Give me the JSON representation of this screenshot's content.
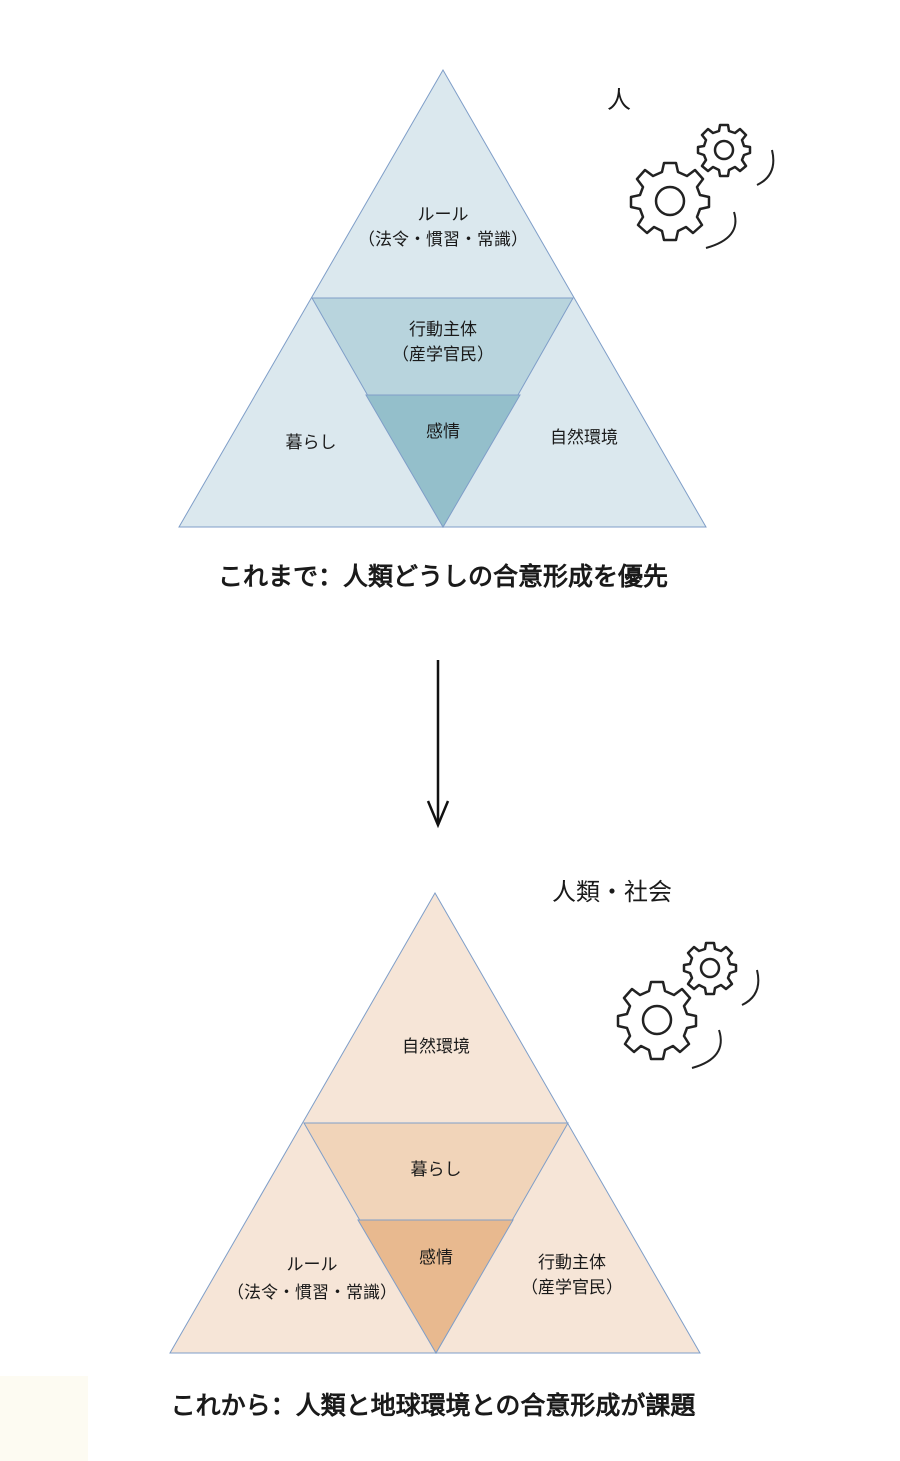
{
  "top": {
    "corner_label": "人",
    "sections": {
      "top": [
        "ルール",
        "（法令・慣習・常識）"
      ],
      "middle": [
        "行動主体",
        "（産学官民）"
      ],
      "center": [
        "感情"
      ],
      "left": [
        "暮らし"
      ],
      "right": [
        "自然環境"
      ]
    },
    "caption": "これまで：人類どうしの合意形成を優先",
    "colors": {
      "outer": "#dbe8ee",
      "middle": "#b8d4dd",
      "center": "#94bfcb",
      "stroke": "#7f9ec8"
    }
  },
  "bottom": {
    "corner_label": "人類・社会",
    "sections": {
      "top": [
        "自然環境"
      ],
      "middle": [
        "暮らし"
      ],
      "center": [
        "感情"
      ],
      "left": [
        "ルール",
        "（法令・慣習・常識）"
      ],
      "right": [
        "行動主体",
        "（産学官民）"
      ]
    },
    "caption": "これから：人類と地球環境との合意形成が課題",
    "colors": {
      "outer": "#f6e5d7",
      "middle": "#f1d4b9",
      "center": "#e8b98f",
      "stroke": "#7f9ec8"
    }
  },
  "icons": [
    "gear-icon",
    "gear-icon"
  ],
  "arrow": "down-arrow-icon"
}
